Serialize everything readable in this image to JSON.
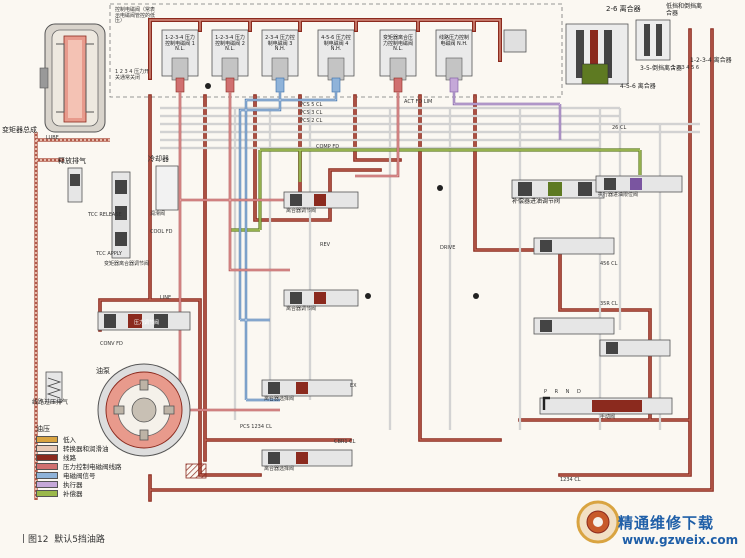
{
  "caption": {
    "figure_number": "图12",
    "title": "默认5挡油路"
  },
  "watermark": {
    "brand": "精通维修下载",
    "url": "www.gzweix.com"
  },
  "legend": {
    "title": "油压",
    "items": [
      {
        "label": "低入",
        "color": "#d9a441"
      },
      {
        "label": "转换器和润滑油",
        "color": "#e8c9b6"
      },
      {
        "label": "线路",
        "color": "#8b2a1e"
      },
      {
        "label": "压力控制电磁阀线路",
        "color": "#d07070"
      },
      {
        "label": "电磁阀信号",
        "color": "#8fb3d9"
      },
      {
        "label": "执行器",
        "color": "#c5a8d8"
      },
      {
        "label": "补偿器",
        "color": "#9ab84a"
      }
    ]
  },
  "components": {
    "converter": "变矩器总成",
    "release_exhaust": "释放排气",
    "cooler": "冷却器",
    "pump": "油泵",
    "line_boost_exhaust": "线路过压排气",
    "pressure_regulator": "压力调节阀",
    "comp_feed": "补偿器进油调节阀",
    "legend_note": "控制电磁阀（常表示电磁阀管控的低压）",
    "solenoid_note": "1 2 3 4 压力开关通常关闭"
  },
  "solenoids": [
    "1-2-3-4 压力控制电磁阀 1 N.L.",
    "1-2-3-4 压力控制电磁阀 2 N.L.",
    "2-3-4 压力控制电磁阀 3 N.H.",
    "4-5-6 压力控制电磁阀 4 N.H.",
    "变矩器离合压力控制电磁阀 N.L.",
    "线路压力控制电磁阀 N.H."
  ],
  "clutches": {
    "c26": "2-6 离合器",
    "low_reverse": "低挡和倒挡离合器",
    "c35": "3-5-倒挡离合器",
    "c1234": "1-2-3-4 离合器",
    "c456": "4-5-6 离合器",
    "shift_labels": "1 2 3 4 5 6"
  },
  "valve_labels": {
    "actuator": "执行器进油限位阀",
    "clutch_sel_1": "离合器选择阀",
    "clutch_sel_2": "离合器选择阀",
    "regulator_1": "离合器调节阀",
    "regulator_2": "离合器调节阀",
    "manual": "手动阀",
    "tcc": "变矩器离合器调节阀",
    "cooler_valve": "润滑阀",
    "manual_positions": "P R N D"
  },
  "passages": {
    "pcs_5": "PCS 5 CL",
    "pcs_3": "PCS 3 CL",
    "pcs_2": "PCS 2 CL",
    "pcs_1": "PCS 1234 CL",
    "act_fd": "ACT FD LIM",
    "line": "LINE",
    "comp_fd": "COMP FD",
    "drive": "DRIVE",
    "rev": "REV",
    "tcc_apply": "TCC APPLY",
    "tcc_release": "TCC RELEASE",
    "conv_fd": "CONV FD",
    "cooler_feed": "COOL FD",
    "lube": "LUBE",
    "c1234": "1234 CL",
    "c35r": "35R CL",
    "c456": "456 CL",
    "c26": "26 CL",
    "cbr1": "CBR1 CL",
    "ex": "EX"
  }
}
